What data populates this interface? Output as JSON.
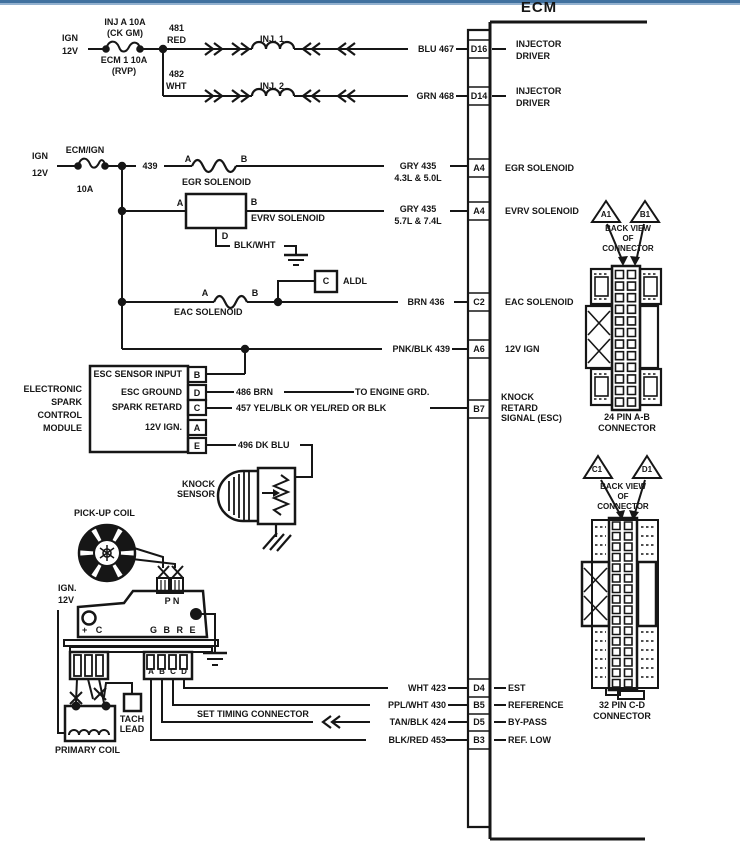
{
  "colors": {
    "ink": "#161616",
    "paper": "#ffffff",
    "top_bar": "#41719f",
    "top_bar_light": "#93b1cf"
  },
  "ecm": {
    "title": "ECM",
    "pins": [
      {
        "pin": "D16",
        "label": "INJECTOR DRIVER"
      },
      {
        "pin": "D14",
        "label": "INJECTOR DRIVER"
      },
      {
        "pin": "A4",
        "label": "EGR SOLENOID"
      },
      {
        "pin": "A4",
        "label": "EVRV SOLENOID"
      },
      {
        "pin": "C2",
        "label": "EAC SOLENOID"
      },
      {
        "pin": "A6",
        "label": "12V IGN"
      },
      {
        "pin": "B7",
        "label": "KNOCK RETARD SIGNAL (ESC)"
      },
      {
        "pin": "D4",
        "label": "EST"
      },
      {
        "pin": "B5",
        "label": "REFERENCE"
      },
      {
        "pin": "D5",
        "label": "BY-PASS"
      },
      {
        "pin": "B3",
        "label": "REF. LOW"
      }
    ]
  },
  "power": {
    "ign_inj": "IGN",
    "ign_inj_volts": "12V",
    "fuse_inj_name": "INJ A 10A",
    "fuse_inj_note": "(CK GM)",
    "fuse_inj_alt": "ECM 1 10A",
    "fuse_inj_alt_note": "(RVP)",
    "ign_ecm": "IGN",
    "ign_ecm_volts": "12V",
    "fuse_ecm_name": "ECM/IGN",
    "fuse_ecm_amp": "10A",
    "ign_dist": "IGN.",
    "ign_dist_volts": "12V"
  },
  "injectors": {
    "wire1_num": "481",
    "wire1_color": "RED",
    "inj1": "INJ. 1",
    "wire1_ecm": "BLU 467",
    "wire2_num": "482",
    "wire2_color": "WHT",
    "inj2": "INJ. 2",
    "wire2_ecm": "GRN 468"
  },
  "egr": {
    "wire_num": "439",
    "pin_a": "A",
    "pin_b": "B",
    "name": "EGR SOLENOID",
    "wire": "GRY 435",
    "engines": "4.3L & 5.0L"
  },
  "evrv": {
    "pin_a": "A",
    "pin_b": "B",
    "pin_d": "D",
    "name": "EVRV SOLENOID",
    "wire": "GRY 435",
    "engines": "5.7L & 7.4L",
    "gnd_wire": "BLK/WHT"
  },
  "eac": {
    "pin_a": "A",
    "pin_b": "B",
    "name": "EAC SOLENOID",
    "wire": "BRN 436"
  },
  "aldl": {
    "pin": "C",
    "name": "ALDL"
  },
  "ign_feed": {
    "wire": "PNK/BLK 439"
  },
  "esc": {
    "module_name": "ELECTRONIC SPARK CONTROL MODULE",
    "rows": [
      {
        "name": "ESC SENSOR INPUT",
        "pin": "B"
      },
      {
        "name": "ESC GROUND",
        "pin": "D"
      },
      {
        "name": "SPARK RETARD",
        "pin": "C"
      },
      {
        "name": "12V IGN.",
        "pin": "A"
      },
      {
        "name": "",
        "pin": "E"
      }
    ],
    "gnd_wire": "486 BRN",
    "gnd_dest": "TO ENGINE GRD.",
    "retard_wire": "457 YEL/BLK OR YEL/RED OR BLK",
    "sensor_wire": "496 DK BLU"
  },
  "knock": {
    "name": "KNOCK SENSOR"
  },
  "distributor": {
    "pickup": "PICK-UP COIL",
    "top_pins": "P N",
    "coil_pins": "+ C",
    "dist_pins": "G B R E",
    "conn_pins": [
      "A",
      "B",
      "C",
      "D"
    ],
    "tach": "TACH LEAD",
    "primary": "PRIMARY COIL",
    "set_timing": "SET TIMING CONNECTOR",
    "est_wire": "WHT 423",
    "ref_wire": "PPL/WHT 430",
    "bypass_wire": "TAN/BLK 424",
    "reflow_wire": "BLK/RED 453"
  },
  "connector_ab": {
    "tri_a": "A1",
    "tri_b": "B1",
    "view": [
      "BACK VIEW",
      "OF",
      "CONNECTOR"
    ],
    "caption": [
      "24 PIN A-B",
      "CONNECTOR"
    ]
  },
  "connector_cd": {
    "tri_c": "C1",
    "tri_d": "D1",
    "view": [
      "BACK VIEW",
      "OF",
      "CONNECTOR"
    ],
    "caption": [
      "32 PIN C-D",
      "CONNECTOR"
    ]
  }
}
